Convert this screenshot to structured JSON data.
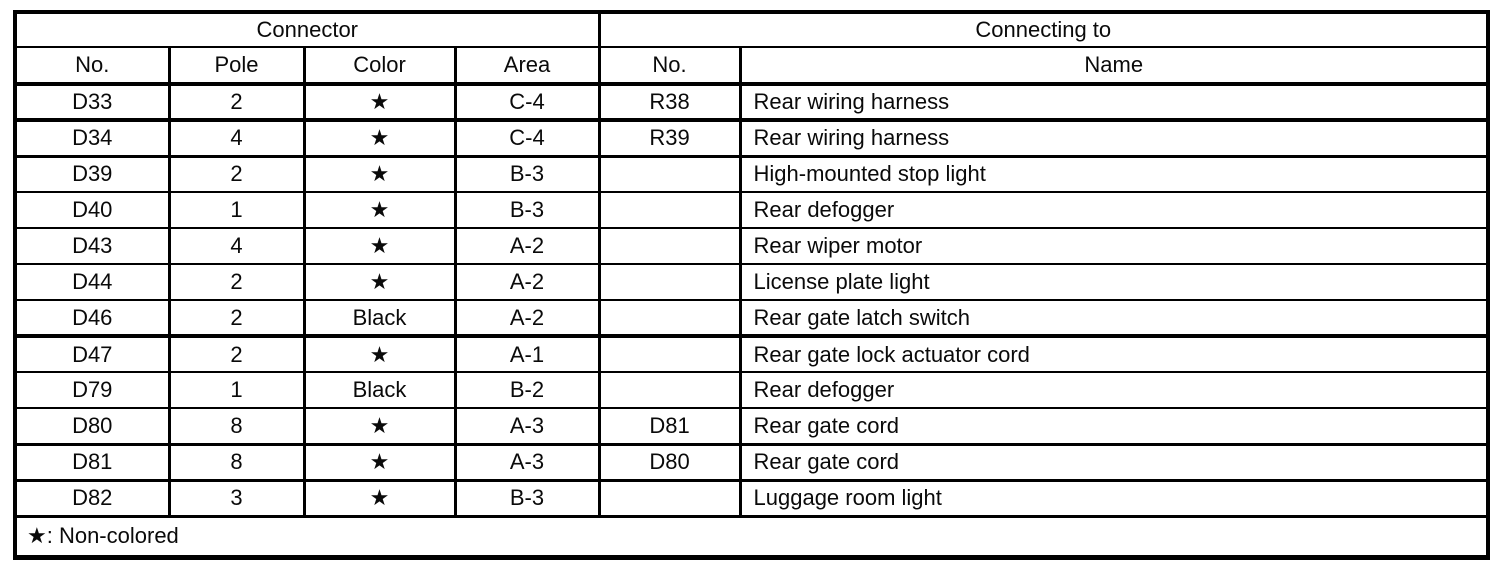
{
  "page": {
    "background_color": "#ffffff",
    "text_color": "#0a0a0a",
    "border_color": "#000000"
  },
  "table": {
    "group_headers": [
      "Connector",
      "Connecting to"
    ],
    "columns": [
      "No.",
      "Pole",
      "Color",
      "Area",
      "No.",
      "Name"
    ],
    "rows": [
      {
        "no": "D33",
        "pole": "2",
        "color": "★",
        "area": "C-4",
        "connecting_no": "R38",
        "connecting_name": "Rear wiring harness"
      },
      {
        "no": "D34",
        "pole": "4",
        "color": "★",
        "area": "C-4",
        "connecting_no": "R39",
        "connecting_name": "Rear wiring harness"
      },
      {
        "no": "D39",
        "pole": "2",
        "color": "★",
        "area": "B-3",
        "connecting_no": "",
        "connecting_name": "High-mounted stop light"
      },
      {
        "no": "D40",
        "pole": "1",
        "color": "★",
        "area": "B-3",
        "connecting_no": "",
        "connecting_name": "Rear defogger"
      },
      {
        "no": "D43",
        "pole": "4",
        "color": "★",
        "area": "A-2",
        "connecting_no": "",
        "connecting_name": "Rear wiper motor"
      },
      {
        "no": "D44",
        "pole": "2",
        "color": "★",
        "area": "A-2",
        "connecting_no": "",
        "connecting_name": "License plate light"
      },
      {
        "no": "D46",
        "pole": "2",
        "color": "Black",
        "area": "A-2",
        "connecting_no": "",
        "connecting_name": "Rear gate latch switch"
      },
      {
        "no": "D47",
        "pole": "2",
        "color": "★",
        "area": "A-1",
        "connecting_no": "",
        "connecting_name": "Rear gate lock actuator cord"
      },
      {
        "no": "D79",
        "pole": "1",
        "color": "Black",
        "area": "B-2",
        "connecting_no": "",
        "connecting_name": "Rear defogger"
      },
      {
        "no": "D80",
        "pole": "8",
        "color": "★",
        "area": "A-3",
        "connecting_no": "D81",
        "connecting_name": "Rear gate cord"
      },
      {
        "no": "D81",
        "pole": "8",
        "color": "★",
        "area": "A-3",
        "connecting_no": "D80",
        "connecting_name": "Rear gate cord"
      },
      {
        "no": "D82",
        "pole": "3",
        "color": "★",
        "area": "B-3",
        "connecting_no": "",
        "connecting_name": "Luggage room light"
      }
    ],
    "footnote": "★: Non-colored"
  }
}
